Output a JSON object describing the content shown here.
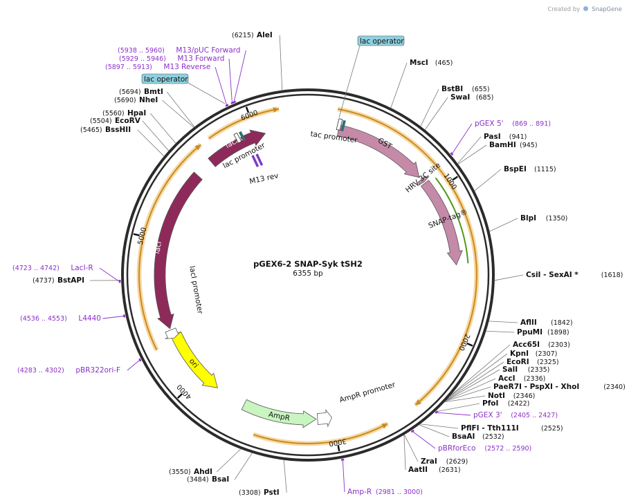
{
  "plasmid": {
    "name": "pGEX6-2 SNAP-Syk tSH2",
    "length": "6355 bp",
    "total_bp": 6355
  },
  "watermark": {
    "created_by": "Created by",
    "brand": "SnapGene"
  },
  "colors": {
    "backbone": "#2b2b2b",
    "orf_orange": "#c98a20",
    "orf_glow": "#f7d9a4",
    "lac": "#8e2a5a",
    "gst": "#c58aa8",
    "snap_green": "#4f9a1a",
    "amp": "#c8f5c0",
    "ori": "#ffff00",
    "operator": "#8fd0de",
    "primer": "#8b2fc9"
  },
  "ticks": [
    {
      "bp": 1000,
      "label": "1000"
    },
    {
      "bp": 2000,
      "label": "2000"
    },
    {
      "bp": 3000,
      "label": "3000"
    },
    {
      "bp": 4000,
      "label": "4000"
    },
    {
      "bp": 5000,
      "label": "5000"
    },
    {
      "bp": 6000,
      "label": "6000"
    }
  ],
  "features": [
    {
      "name": "lacZα",
      "label": "lacZα",
      "start": 5640,
      "end": 6060,
      "dir": 1,
      "type": "lac"
    },
    {
      "name": "lacI",
      "label": "lacI",
      "start": 4390,
      "end": 5510,
      "dir": -1,
      "type": "lac"
    },
    {
      "name": "GST",
      "label": "GST",
      "start": 210,
      "end": 860,
      "dir": 1,
      "type": "gst"
    },
    {
      "name": "HRV 3C site",
      "label": "HRV 3C site",
      "start": 880,
      "end": 905,
      "dir": 1,
      "type": "gst"
    },
    {
      "name": "SNAP-tag",
      "label": "SNAP-tag®",
      "start": 915,
      "end": 1520,
      "dir": 1,
      "type": "gst"
    },
    {
      "name": "AmpR",
      "label": "AmpR",
      "start": 3120,
      "end": 3640,
      "dir": -1,
      "type": "amp"
    },
    {
      "name": "ori",
      "label": "ori",
      "start": 3860,
      "end": 4340,
      "dir": -1,
      "type": "ori"
    },
    {
      "name": "AmpR promoter",
      "label": "AmpR promoter",
      "start": 3010,
      "end": 3110,
      "dir": -1,
      "type": "promoter"
    },
    {
      "name": "lacI promoter",
      "label": "lacI promoter",
      "start": 4320,
      "end": 4380,
      "dir": -1,
      "type": "promoter"
    }
  ],
  "feature_texts": {
    "tac_promoter_right": "tac promoter",
    "tac_promoter_left": "lac promoter",
    "m13_rev": "M13 rev",
    "amp_promoter": "AmpR promoter",
    "laci_promoter": "lacI promoter"
  },
  "operators": [
    {
      "label": "lac operator",
      "bp": 6270
    },
    {
      "label": "lac operator",
      "bp": 150
    }
  ],
  "orfs": [
    {
      "start": 180,
      "end": 2480,
      "dir": 1
    },
    {
      "start": 2680,
      "end": 3510,
      "dir": -1
    },
    {
      "start": 4300,
      "end": 5660,
      "dir": 1
    },
    {
      "start": 5720,
      "end": 6180,
      "dir": 1
    }
  ],
  "enzymes": [
    {
      "name": "AleI",
      "pos": "(6215)",
      "bp": 6215
    },
    {
      "name": "MscI",
      "pos": "(465)",
      "bp": 465
    },
    {
      "name": "BstBI",
      "pos": "(655)",
      "bp": 655
    },
    {
      "name": "SwaI",
      "pos": "(685)",
      "bp": 685
    },
    {
      "name": "PasI",
      "pos": "(941)",
      "bp": 941
    },
    {
      "name": "BamHI",
      "pos": "(945)",
      "bp": 945
    },
    {
      "name": "BspEI",
      "pos": "(1115)",
      "bp": 1115
    },
    {
      "name": "BlpI",
      "pos": "(1350)",
      "bp": 1350
    },
    {
      "name": "CsiI - SexAI *",
      "pos": "(1618)",
      "bp": 1618
    },
    {
      "name": "AflII",
      "pos": "(1842)",
      "bp": 1842
    },
    {
      "name": "PpuMI",
      "pos": "(1898)",
      "bp": 1898
    },
    {
      "name": "Acc65I",
      "pos": "(2303)",
      "bp": 2303
    },
    {
      "name": "KpnI",
      "pos": "(2307)",
      "bp": 2307
    },
    {
      "name": "EcoRI",
      "pos": "(2325)",
      "bp": 2325
    },
    {
      "name": "SalI",
      "pos": "(2335)",
      "bp": 2335
    },
    {
      "name": "AccI",
      "pos": "(2336)",
      "bp": 2336
    },
    {
      "name": "PaeR7I - PspXI - XhoI",
      "pos": "(2340)",
      "bp": 2340
    },
    {
      "name": "NotI",
      "pos": "(2346)",
      "bp": 2346
    },
    {
      "name": "PfoI",
      "pos": "(2422)",
      "bp": 2422
    },
    {
      "name": "PflFI - Tth111I",
      "pos": "(2525)",
      "bp": 2525
    },
    {
      "name": "BsaAI",
      "pos": "(2532)",
      "bp": 2532
    },
    {
      "name": "ZraI",
      "pos": "(2629)",
      "bp": 2629
    },
    {
      "name": "AatII",
      "pos": "(2631)",
      "bp": 2631
    },
    {
      "name": "PstI",
      "pos": "(3308)",
      "bp": 3308
    },
    {
      "name": "BsaI",
      "pos": "(3484)",
      "bp": 3484
    },
    {
      "name": "AhdI",
      "pos": "(3550)",
      "bp": 3550
    },
    {
      "name": "BstAPI",
      "pos": "(4737)",
      "bp": 4737
    },
    {
      "name": "BssHII",
      "pos": "(5465)",
      "bp": 5465
    },
    {
      "name": "EcoRV",
      "pos": "(5504)",
      "bp": 5504
    },
    {
      "name": "HpaI",
      "pos": "(5560)",
      "bp": 5560
    },
    {
      "name": "NheI",
      "pos": "(5690)",
      "bp": 5690
    },
    {
      "name": "BmtI",
      "pos": "(5694)",
      "bp": 5694
    }
  ],
  "primers": [
    {
      "name": "M13/pUC Forward",
      "pos": "(5938 .. 5960)",
      "bp": 5949
    },
    {
      "name": "M13 Forward",
      "pos": "(5929 .. 5946)",
      "bp": 5937
    },
    {
      "name": "M13 Reverse",
      "pos": "(5897 .. 5913)",
      "bp": 5905
    },
    {
      "name": "pGEX 5'",
      "pos": "(869 .. 891)",
      "bp": 880
    },
    {
      "name": "pGEX 3'",
      "pos": "(2405 .. 2427)",
      "bp": 2416
    },
    {
      "name": "pBRforEco",
      "pos": "(2572 .. 2590)",
      "bp": 2581
    },
    {
      "name": "Amp-R",
      "pos": "(2981 .. 3000)",
      "bp": 2990
    },
    {
      "name": "pBR322ori-F",
      "pos": "(4283 .. 4302)",
      "bp": 4292
    },
    {
      "name": "L4440",
      "pos": "(4536 .. 4553)",
      "bp": 4544
    },
    {
      "name": "LacI-R",
      "pos": "(4723 .. 4742)",
      "bp": 4732
    }
  ]
}
